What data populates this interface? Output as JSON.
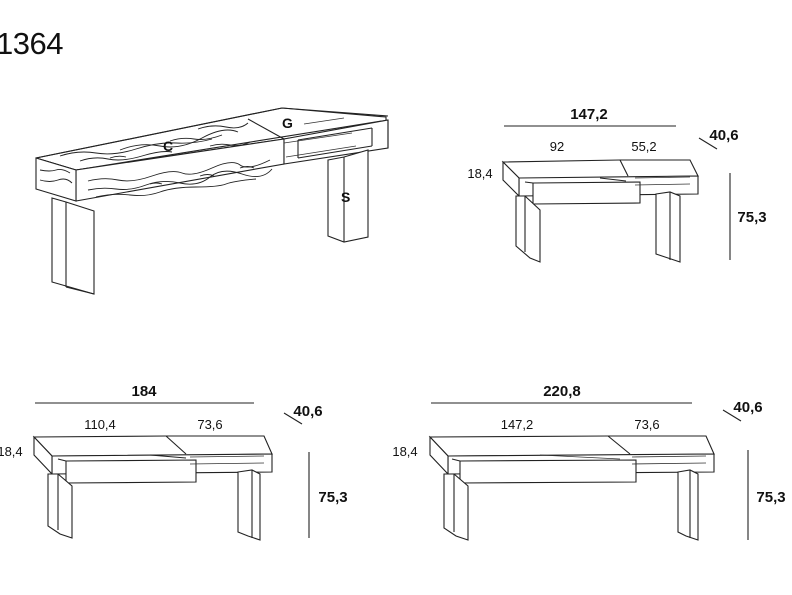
{
  "product_code": "1364",
  "part_labels": {
    "top": "C",
    "drawer": "G",
    "leg": "S"
  },
  "variants": [
    {
      "length": "147,2",
      "depth": "40,6",
      "height": "75,3",
      "left_section": "92",
      "right_section": "55,2",
      "top_thickness": "18,4"
    },
    {
      "length": "184",
      "depth": "40,6",
      "height": "75,3",
      "left_section": "110,4",
      "right_section": "73,6",
      "top_thickness": "18,4"
    },
    {
      "length": "220,8",
      "depth": "40,6",
      "height": "75,3",
      "left_section": "147,2",
      "right_section": "73,6",
      "top_thickness": "18,4"
    }
  ]
}
